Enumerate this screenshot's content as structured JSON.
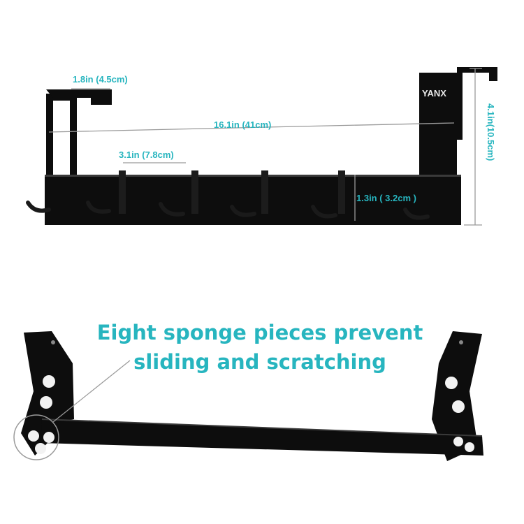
{
  "brand": "YANX",
  "top": {
    "dims": {
      "hook_depth": "1.8in (4.5cm)",
      "total_length": "16.1in (41cm)",
      "hook_spacing": "3.1in (7.8cm)",
      "bar_height": "1.3in ( 3.2cm )",
      "total_height": "4.1in(10.5cm)"
    }
  },
  "bottom": {
    "caption_line1": "Eight sponge pieces prevent",
    "caption_line2": "sliding and scratching"
  },
  "colors": {
    "accent": "#27b5bf",
    "product": "#0d0d0d",
    "product_edge": "#3a3a3a",
    "dimension_line": "#9a9a9a",
    "sponge": "#f2f2f2"
  }
}
